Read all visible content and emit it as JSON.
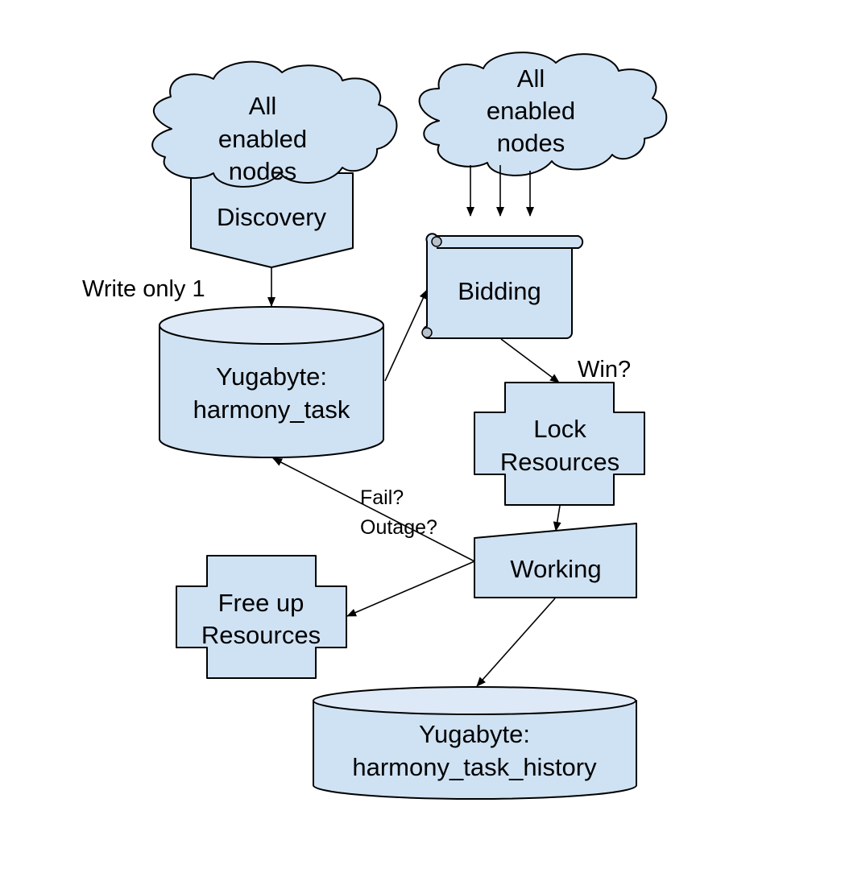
{
  "diagram": {
    "colors": {
      "fill": "#cfe2f3",
      "stroke": "#000000",
      "text": "#000000"
    },
    "nodes": {
      "cloud_left": {
        "lines": [
          "All",
          "enabled",
          "nodes"
        ]
      },
      "cloud_right": {
        "lines": [
          "All",
          "enabled",
          "nodes"
        ]
      },
      "discovery": {
        "label": "Discovery"
      },
      "bidding": {
        "label": "Bidding"
      },
      "harmony_task_db": {
        "lines": [
          "Yugabyte:",
          "harmony_task"
        ]
      },
      "lock_resources": {
        "lines": [
          "Lock",
          "Resources"
        ]
      },
      "working": {
        "label": "Working"
      },
      "free_up_resources": {
        "lines": [
          "Free up",
          "Resources"
        ]
      },
      "history_db": {
        "lines": [
          "Yugabyte:",
          "harmony_task_history"
        ]
      }
    },
    "edge_labels": {
      "write_only": "Write only 1",
      "win": "Win?",
      "fail": "Fail?",
      "outage": "Outage?"
    },
    "edges": [
      {
        "from": "discovery",
        "to": "harmony_task_db"
      },
      {
        "from": "cloud_right",
        "to": "bidding"
      },
      {
        "from": "cloud_right",
        "to": "bidding"
      },
      {
        "from": "cloud_right",
        "to": "bidding"
      },
      {
        "from": "harmony_task_db",
        "to": "bidding"
      },
      {
        "from": "bidding",
        "to": "lock_resources"
      },
      {
        "from": "lock_resources",
        "to": "working"
      },
      {
        "from": "working",
        "to": "harmony_task_db"
      },
      {
        "from": "working",
        "to": "free_up_resources"
      },
      {
        "from": "working",
        "to": "history_db"
      }
    ]
  }
}
